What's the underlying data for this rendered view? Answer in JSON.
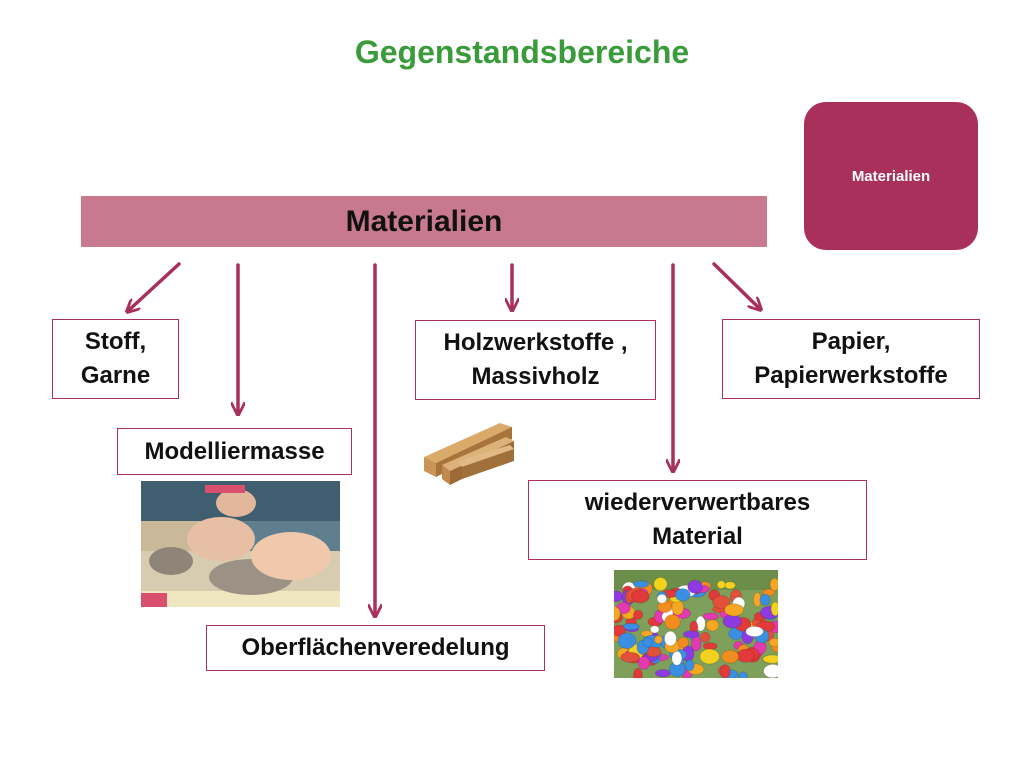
{
  "slide": {
    "title": "Gegenstandsbereiche",
    "nav_badge": "Materialien",
    "header": "Materialien",
    "accent_color": "#a8305a",
    "header_color": "#c8788f",
    "title_color": "#3a9b3a"
  },
  "nodes": {
    "stoff": [
      "Stoff,",
      "Garne"
    ],
    "modellier": "Modelliermasse",
    "oberflaeche": "Oberflächenveredelung",
    "holz": [
      "Holzwerkstoffe ,",
      "Massivholz"
    ],
    "wieder": [
      "wiederverwertbares",
      "Material"
    ],
    "papier": [
      "Papier,",
      "Papierwerkstoffe"
    ]
  }
}
